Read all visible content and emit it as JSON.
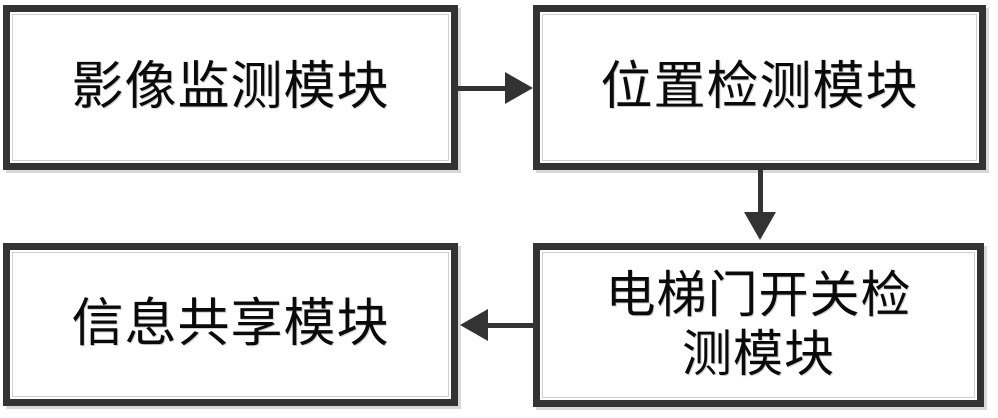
{
  "diagram": {
    "type": "flowchart",
    "orientation": "2x2-grid-cycle",
    "background_color": "#ffffff",
    "border_color": "#333333",
    "text_color": "#0a0a0a",
    "shadow_color": "#d9d9d9",
    "nodes": [
      {
        "id": "image-monitor",
        "label": "影像监测模块",
        "position": "top-left"
      },
      {
        "id": "position-detect",
        "label": "位置检测模块",
        "position": "top-right"
      },
      {
        "id": "door-detect",
        "label": "电梯门开关检\n测模块",
        "position": "bottom-right"
      },
      {
        "id": "info-share",
        "label": "信息共享模块",
        "position": "bottom-left"
      }
    ],
    "edges": [
      {
        "id": "monitor-to-position",
        "from": "image-monitor",
        "to": "position-detect",
        "direction": "right"
      },
      {
        "id": "position-to-door",
        "from": "position-detect",
        "to": "door-detect",
        "direction": "down"
      },
      {
        "id": "door-to-info",
        "from": "door-detect",
        "to": "info-share",
        "direction": "left"
      }
    ]
  }
}
